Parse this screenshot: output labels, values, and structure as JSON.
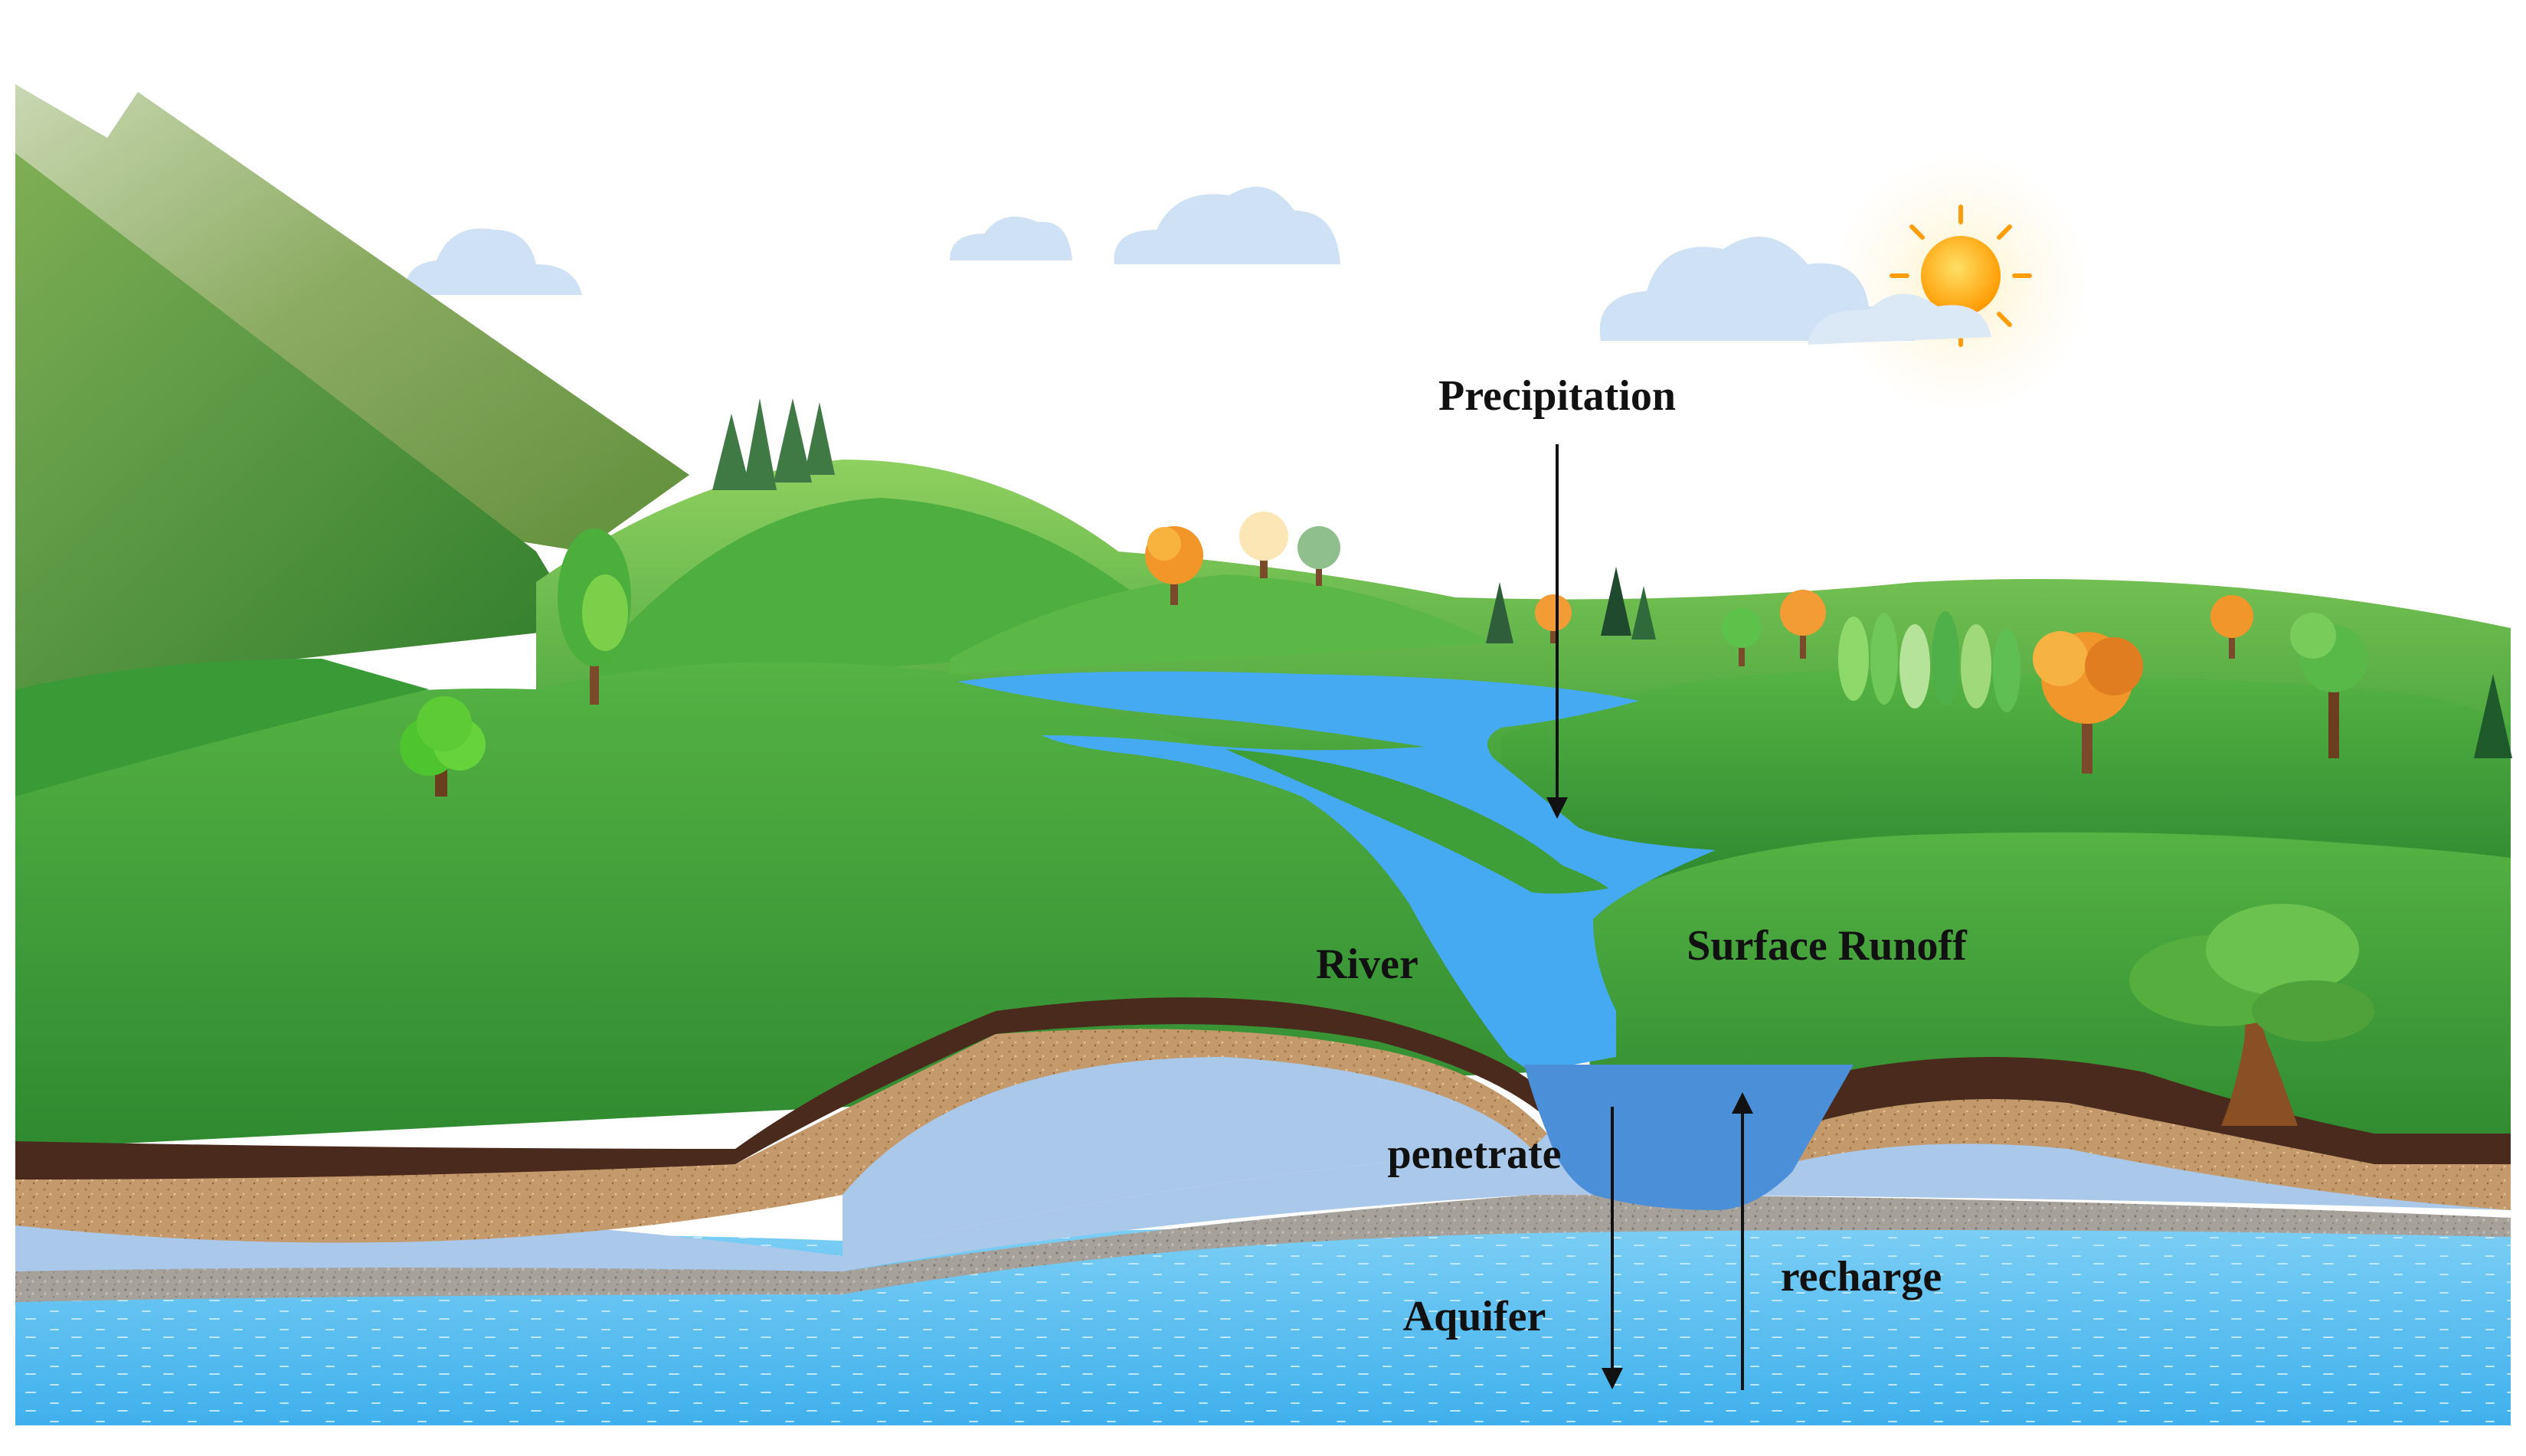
{
  "labels": {
    "precipitation": "Precipitation",
    "river": "River",
    "surface_runoff": "Surface Runoff",
    "penetrate": "penetrate",
    "recharge": "recharge",
    "aquifer": "Aquifer"
  },
  "colors": {
    "sky": "#ffffff",
    "grass_dark": "#2f8a30",
    "grass_mid": "#3e9e38",
    "grass_light": "#6cbf45",
    "river_water": "#45aaf2",
    "topsoil": "#4a2a1c",
    "sand_layer": "#c49a6c",
    "clay_layer": "#a9c8ea",
    "gravel_layer": "#a7a19b",
    "aquifer_water": "#5cbcef",
    "sun": "#ffb21a"
  }
}
